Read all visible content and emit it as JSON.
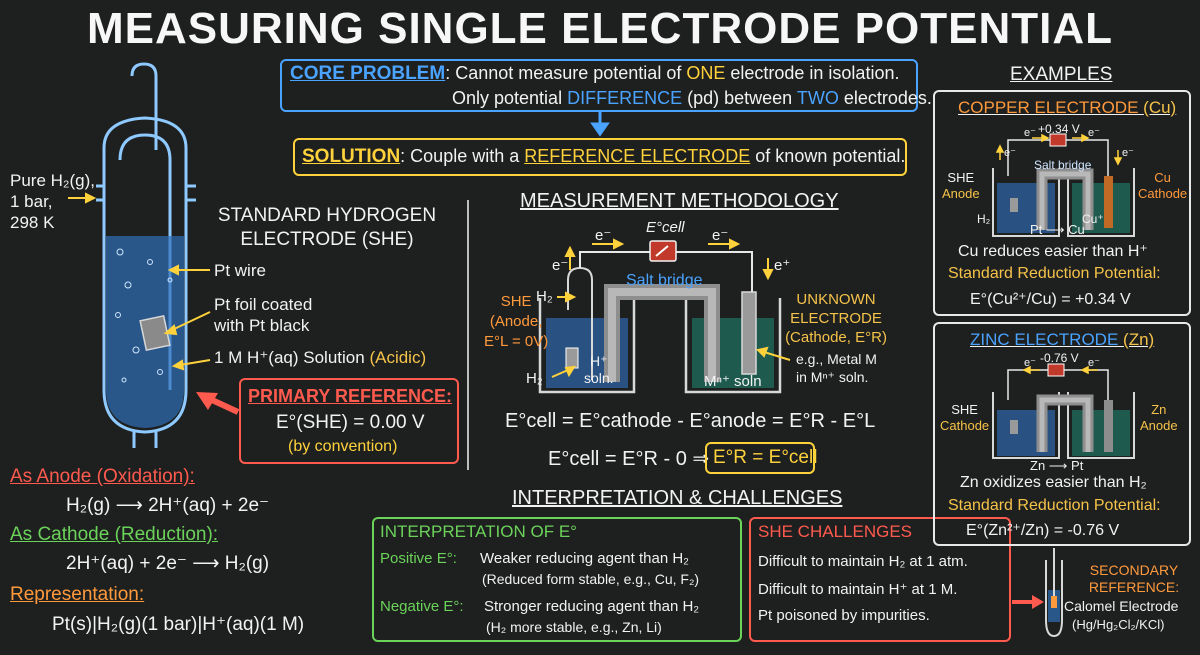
{
  "title": "MEASURING SINGLE ELECTRODE POTENTIAL",
  "core": {
    "label": "CORE PROBLEM",
    "line1_a": ": Cannot measure potential of ",
    "line1_b": "ONE",
    "line1_c": " electrode in isolation.",
    "line2_a": "Only potential ",
    "line2_b": "DIFFERENCE",
    "line2_c": " (pd) between ",
    "line2_d": "TWO",
    "line2_e": " electrodes."
  },
  "solution": {
    "label": "SOLUTION",
    "a": ": Couple with a ",
    "b": "REFERENCE ELECTRODE",
    "c": " of known potential."
  },
  "she": {
    "feed": [
      "Pure H₂(g),",
      "1 bar,",
      "298 K"
    ],
    "title": [
      "STANDARD HYDROGEN",
      "ELECTRODE (SHE)"
    ],
    "pt_wire": "Pt wire",
    "pt_foil": [
      "Pt foil coated",
      "with Pt black"
    ],
    "solution_a": "1 M H⁺(aq) Solution ",
    "solution_b": "(Acidic)",
    "primary_label": "PRIMARY REFERENCE:",
    "primary_value": "E°(SHE) = 0.00 V",
    "primary_note": "(by convention)",
    "anode_label": "As Anode (Oxidation):",
    "anode_eq": "H₂(g) ⟶ 2H⁺(aq) + 2e⁻",
    "cathode_label": "As Cathode (Reduction):",
    "cathode_eq": "2H⁺(aq) + 2e⁻ ⟶ H₂(g)",
    "rep_label": "Representation:",
    "rep_eq": "Pt(s)|H₂(g)(1 bar)|H⁺(aq)(1 M)"
  },
  "method": {
    "title": "MEASUREMENT METHODOLOGY",
    "ecell": "E°cell",
    "e_left": "e⁻",
    "e_right": "e⁻",
    "e_up": "e⁻",
    "e_down": "e⁺",
    "salt_bridge": "Salt bridge",
    "she_label": [
      "SHE",
      "(Anode,",
      "E°L = 0V)"
    ],
    "h2_top": "H₂",
    "h2_bottom": "H₂",
    "hplus": [
      "H⁺",
      "soln."
    ],
    "mn": "Mⁿ⁺ soln",
    "unknown": [
      "UNKNOWN",
      "ELECTRODE",
      "(Cathode, E°R)"
    ],
    "metal": [
      "e.g., Metal M",
      "in Mⁿ⁺ soln."
    ],
    "eq1": "E°cell = E°cathode - E°anode = E°R - E°L",
    "eq2": "E°cell = E°R - 0  ⇒",
    "eq2_box": "E°R = E°cell"
  },
  "interp": {
    "heading": "INTERPRETATION & CHALLENGES",
    "title": "INTERPRETATION OF E°",
    "pos_label": "Positive E°:",
    "pos_text": "Weaker reducing agent than H₂",
    "pos_sub": "(Reduced form stable, e.g., Cu, F₂)",
    "neg_label": "Negative E°:",
    "neg_text": "Stronger reducing agent than H₂",
    "neg_sub": "(H₂ more stable, e.g., Zn, Li)"
  },
  "challenges": {
    "title": "SHE CHALLENGES",
    "items": [
      "Difficult to maintain H₂ at 1 atm.",
      "Difficult to maintain H⁺ at 1 M.",
      "Pt poisoned by impurities."
    ]
  },
  "secondary": {
    "label": [
      "SECONDARY",
      "REFERENCE:"
    ],
    "name": "Calomel Electrode",
    "formula": "(Hg/Hg₂Cl₂/KCl)"
  },
  "examples": {
    "heading": "EXAMPLES",
    "copper": {
      "title_a": "COPPER ELECTRODE ",
      "title_b": "(Cu)",
      "voltage": "+0.34 V",
      "salt_bridge": "Salt bridge",
      "e1": "e⁻",
      "e2": "e⁻",
      "e3": "e⁻",
      "e4": "e⁻",
      "left": [
        "SHE",
        "Anode"
      ],
      "right": [
        "Cu",
        "Cathode"
      ],
      "h2": "H₂",
      "cuplus": "Cu⁺",
      "reaction": "Pt ⟶ Cu",
      "statement": "Cu reduces easier than H⁺",
      "srp_label": "Standard Reduction Potential:",
      "srp_value": "E°(Cu²⁺/Cu) = +0.34 V"
    },
    "zinc": {
      "title_a": "ZINC ELECTRODE ",
      "title_b": "(Zn)",
      "voltage": "-0.76 V",
      "e1": "e⁻",
      "e2": "e⁻",
      "left": [
        "SHE",
        "Cathode"
      ],
      "right": [
        "Zn",
        "Anode"
      ],
      "reaction": "Zn ⟶ Pt",
      "statement": "Zn oxidizes easier than H₂",
      "srp_label": "Standard Reduction Potential:",
      "srp_value": "E°(Zn²⁺/Zn) = -0.76 V"
    }
  },
  "colors": {
    "blue": "#4aa3ff",
    "yellow": "#ffd23c",
    "red": "#ff5a4e",
    "green": "#6bd35a",
    "orange": "#ff9a3c",
    "background": "#1e1f1f"
  }
}
